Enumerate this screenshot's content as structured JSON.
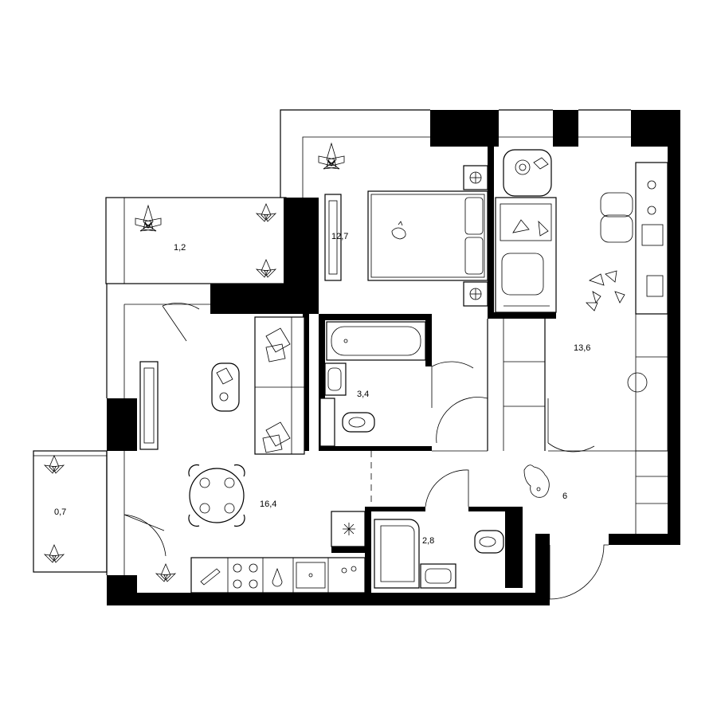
{
  "rooms": [
    {
      "id": "balcony-upper",
      "area": "1,2"
    },
    {
      "id": "bedroom",
      "area": "12,7"
    },
    {
      "id": "living-kitchen",
      "area": "16,4"
    },
    {
      "id": "bathroom",
      "area": "3,4"
    },
    {
      "id": "kids-room",
      "area": "13,6"
    },
    {
      "id": "balcony-left",
      "area": "0,7"
    },
    {
      "id": "hallway",
      "area": "6"
    },
    {
      "id": "wc",
      "area": "2,8"
    }
  ],
  "icons": [
    "plant-icon",
    "bed-icon",
    "sofa-icon",
    "dining-table-icon",
    "bathtub-icon",
    "toilet-icon",
    "sink-icon",
    "stove-icon",
    "fridge-icon",
    "desk-icon",
    "armchair-icon",
    "cat-icon",
    "dog-icon",
    "toys-icon",
    "tv-icon"
  ]
}
